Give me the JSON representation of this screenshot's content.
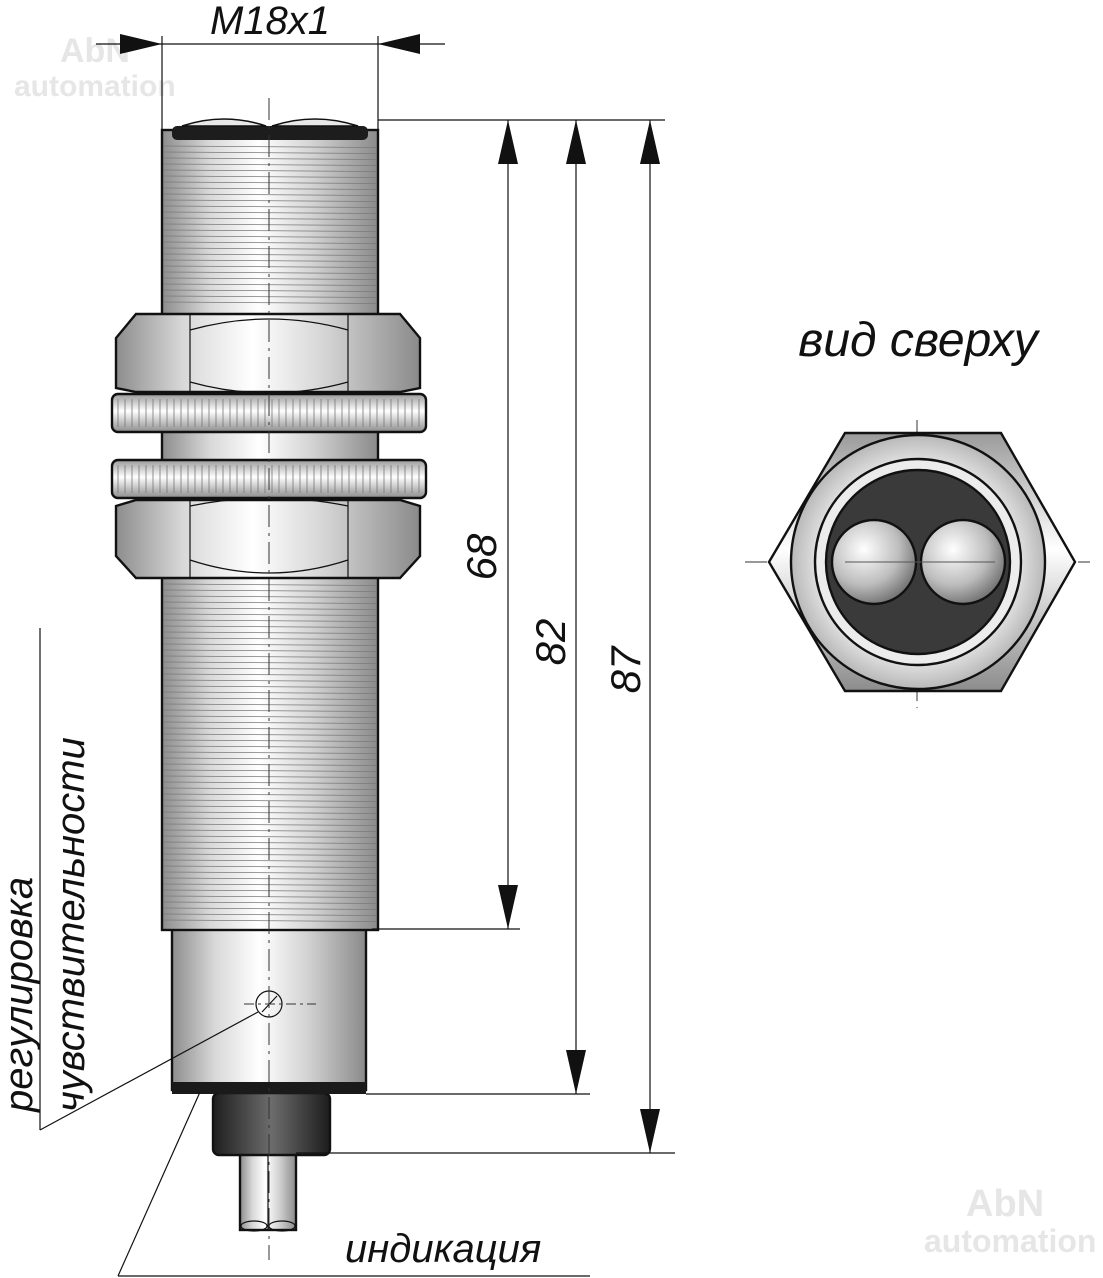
{
  "watermarks": [
    {
      "line1": "AbN",
      "line2": "automation"
    },
    {
      "line1": "AbN",
      "line2": "automation"
    }
  ],
  "labels": {
    "thread": "M18x1",
    "top_view": "вид сверху",
    "adjust_line1": "регулировка",
    "adjust_line2": "чувствительности",
    "indication": "индикация"
  },
  "dimensions": {
    "d1": "68",
    "d2": "82",
    "d3": "87"
  },
  "colors": {
    "outline": "#111111",
    "dark_face": "#3a3a3a",
    "watermark": "#e6e6e6"
  }
}
